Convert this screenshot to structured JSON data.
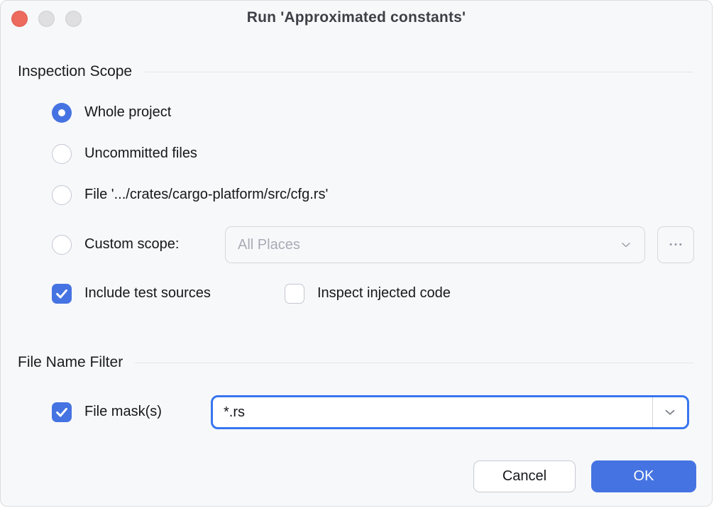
{
  "titlebar": {
    "title": "Run 'Approximated constants'"
  },
  "inspection_scope": {
    "title": "Inspection Scope",
    "radios": [
      {
        "label": "Whole project",
        "selected": true
      },
      {
        "label": "Uncommitted files",
        "selected": false
      },
      {
        "label": "File '.../crates/cargo-platform/src/cfg.rs'",
        "selected": false
      },
      {
        "label": "Custom scope:",
        "selected": false
      }
    ],
    "custom_scope_select": {
      "value": "All Places",
      "disabled": true
    },
    "browse_label": "•••",
    "checkboxes": [
      {
        "label": "Include test sources",
        "checked": true
      },
      {
        "label": "Inspect injected code",
        "checked": false
      }
    ]
  },
  "file_name_filter": {
    "title": "File Name Filter",
    "checkbox": {
      "label": "File mask(s)",
      "checked": true
    },
    "mask_input": {
      "value": "*.rs",
      "focused": true
    }
  },
  "footer": {
    "cancel_label": "Cancel",
    "ok_label": "OK"
  },
  "colors": {
    "accent_blue": "#4573E2",
    "focus_blue": "#3876F0",
    "close_red": "#EC6A5E",
    "background": "#F7F8FA"
  }
}
